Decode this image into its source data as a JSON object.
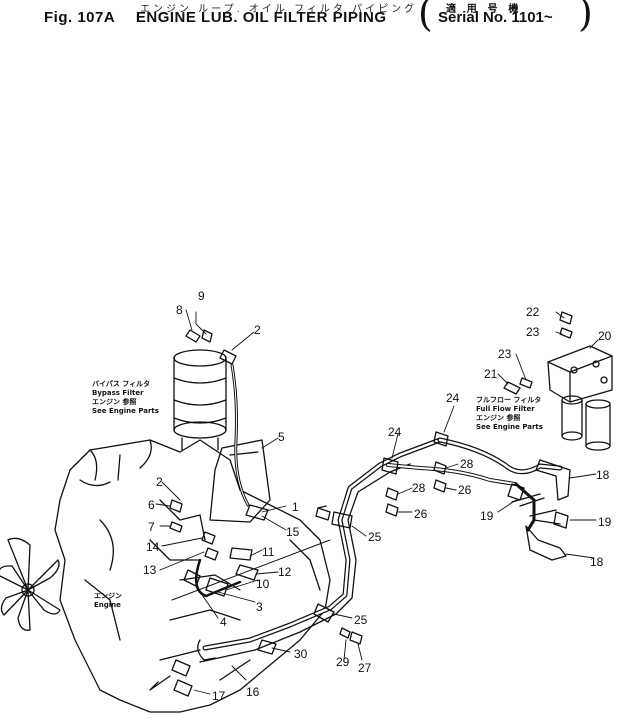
{
  "header": {
    "title_jp": "エンジン ループ. オイル フィルタ パイピング",
    "fig_no": "Fig. 107A",
    "title": "ENGINE LUB. OIL FILTER PIPING",
    "serial_jp": "適 用 号 機",
    "serial": "Serial No. 1101~"
  },
  "notes": {
    "bypass": {
      "jp": "バイパス フィルタ",
      "en": "Bypass Filter",
      "see_jp": "エンジン 参照",
      "see": "See Engine Parts"
    },
    "fullflow": {
      "jp": "フルフロー フィルタ",
      "en": "Full Flow Filter",
      "see_jp": "エンジン 参照",
      "see": "See Engine Parts"
    },
    "engine": {
      "jp": "エンジン",
      "en": "Engine"
    }
  },
  "callouts": [
    {
      "id": "c1",
      "label": "1"
    },
    {
      "id": "c2a",
      "label": "2"
    },
    {
      "id": "c2b",
      "label": "2"
    },
    {
      "id": "c3",
      "label": "3"
    },
    {
      "id": "c4",
      "label": "4"
    },
    {
      "id": "c5",
      "label": "5"
    },
    {
      "id": "c6",
      "label": "6"
    },
    {
      "id": "c7",
      "label": "7"
    },
    {
      "id": "c8",
      "label": "8"
    },
    {
      "id": "c9",
      "label": "9"
    },
    {
      "id": "c10",
      "label": "10"
    },
    {
      "id": "c11",
      "label": "11"
    },
    {
      "id": "c12",
      "label": "12"
    },
    {
      "id": "c13",
      "label": "13"
    },
    {
      "id": "c14",
      "label": "14"
    },
    {
      "id": "c15",
      "label": "15"
    },
    {
      "id": "c16",
      "label": "16"
    },
    {
      "id": "c17",
      "label": "17"
    },
    {
      "id": "c18a",
      "label": "18"
    },
    {
      "id": "c18b",
      "label": "18"
    },
    {
      "id": "c19a",
      "label": "19"
    },
    {
      "id": "c19b",
      "label": "19"
    },
    {
      "id": "c20",
      "label": "20"
    },
    {
      "id": "c21",
      "label": "21"
    },
    {
      "id": "c22",
      "label": "22"
    },
    {
      "id": "c23a",
      "label": "23"
    },
    {
      "id": "c23b",
      "label": "23"
    },
    {
      "id": "c24a",
      "label": "24"
    },
    {
      "id": "c24b",
      "label": "24"
    },
    {
      "id": "c25a",
      "label": "25"
    },
    {
      "id": "c25b",
      "label": "25"
    },
    {
      "id": "c26a",
      "label": "26"
    },
    {
      "id": "c26b",
      "label": "26"
    },
    {
      "id": "c27",
      "label": "27"
    },
    {
      "id": "c28a",
      "label": "28"
    },
    {
      "id": "c28b",
      "label": "28"
    },
    {
      "id": "c29",
      "label": "29"
    },
    {
      "id": "c30",
      "label": "30"
    }
  ]
}
